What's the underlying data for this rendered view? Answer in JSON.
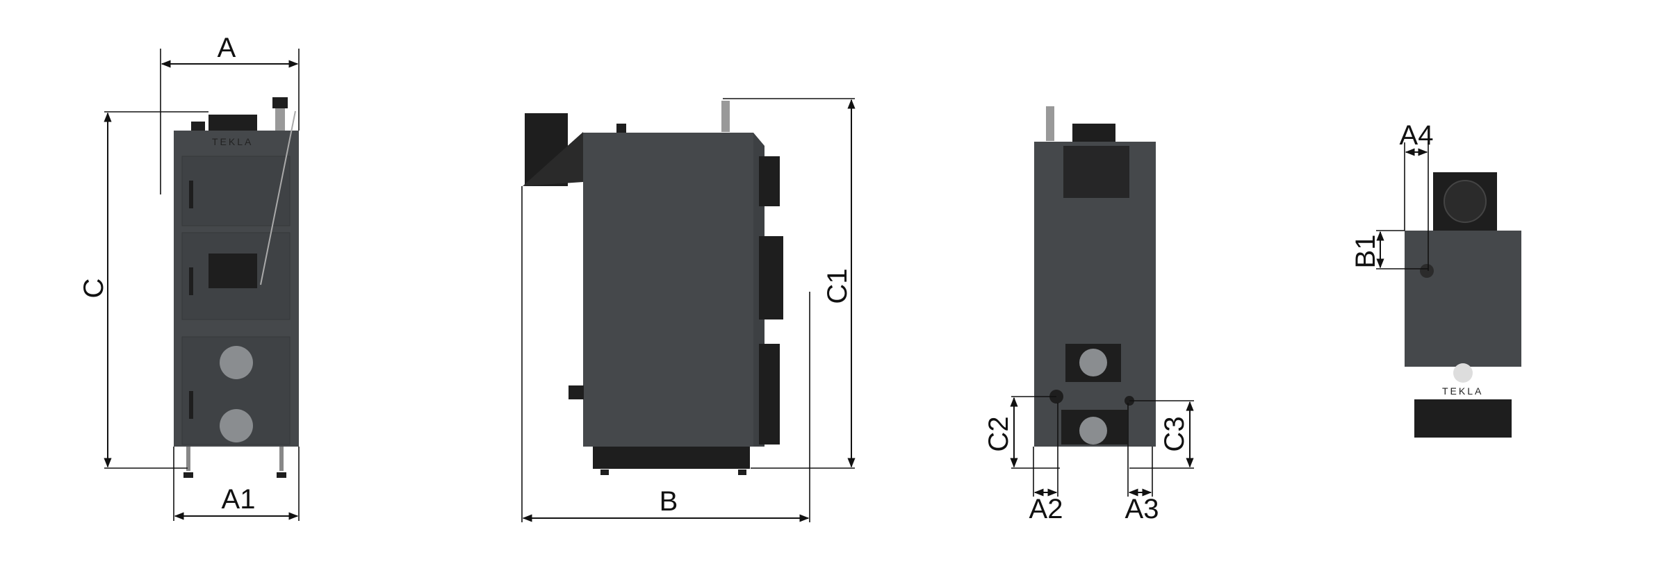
{
  "brand": "TEKLA",
  "views": {
    "front": {
      "labels": {
        "width": "A",
        "height": "C",
        "base_width": "A1"
      }
    },
    "side": {
      "labels": {
        "depth": "B",
        "height": "C1"
      }
    },
    "back": {
      "labels": {
        "c2": "C2",
        "c3": "C3",
        "a2": "A2",
        "a3": "A3"
      }
    },
    "top": {
      "labels": {
        "a4": "A4",
        "b1": "B1"
      }
    }
  },
  "colors": {
    "body": "#45484b",
    "dark_parts": "#1e1e1e",
    "dimension_lines": "#111111"
  }
}
